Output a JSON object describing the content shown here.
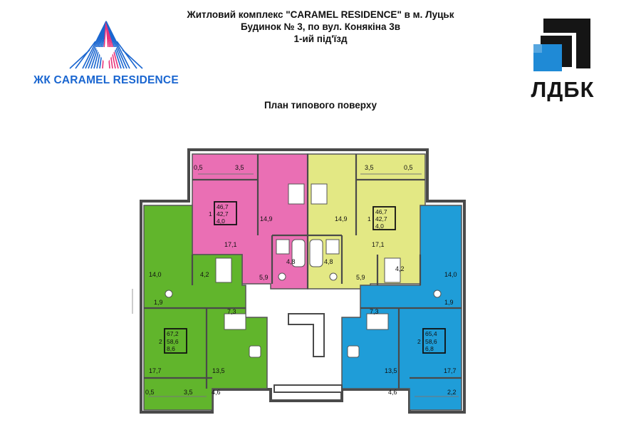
{
  "header": {
    "line1": "Житловий комплекс \"CARAMEL RESIDENCE\" в м. Луцьк",
    "line2": "Будинок № 3, по вул. Конякіна 3в",
    "line3": "1-ий під'їзд"
  },
  "subtitle": "План типового поверху",
  "logo_left": {
    "text": "ЖК CARAMEL RESIDENCE",
    "icon": "caramel-pyramid-icon",
    "color_blue": "#1a66d0",
    "color_pink": "#e8327a"
  },
  "logo_right": {
    "text": "ЛДБК",
    "icon": "ldbk-squares-icon",
    "color_black": "#151515",
    "color_blue": "#1f8ad6"
  },
  "colors": {
    "pink": "#ea6fb4",
    "yellow": "#e3e884",
    "green": "#61b52c",
    "blue": "#1f9dd8",
    "wall": "#4a4a4a"
  },
  "apartments": [
    {
      "id": "pink",
      "rooms": "1",
      "total": "46,7",
      "living": "42,7",
      "extra": "4,0",
      "areas": [
        "0,5",
        "3,5",
        "14,9",
        "17,1",
        "5,9",
        "4,8"
      ]
    },
    {
      "id": "yellow",
      "rooms": "1",
      "total": "46,7",
      "living": "42,7",
      "extra": "4,0",
      "areas": [
        "3,5",
        "0,5",
        "14,9",
        "17,1",
        "5,9",
        "4,8"
      ]
    },
    {
      "id": "green",
      "rooms": "2",
      "total": "67,2",
      "living": "58,6",
      "extra": "8,6",
      "areas": [
        "14,0",
        "4,2",
        "1,9",
        "7,3",
        "17,7",
        "13,5",
        "0,5",
        "3,5",
        "4,6"
      ]
    },
    {
      "id": "blue",
      "rooms": "2",
      "total": "65,4",
      "living": "58,6",
      "extra": "6,8",
      "areas": [
        "4,2",
        "14,0",
        "7,3",
        "1,9",
        "13,5",
        "17,7",
        "4,6",
        "2,2"
      ]
    }
  ]
}
